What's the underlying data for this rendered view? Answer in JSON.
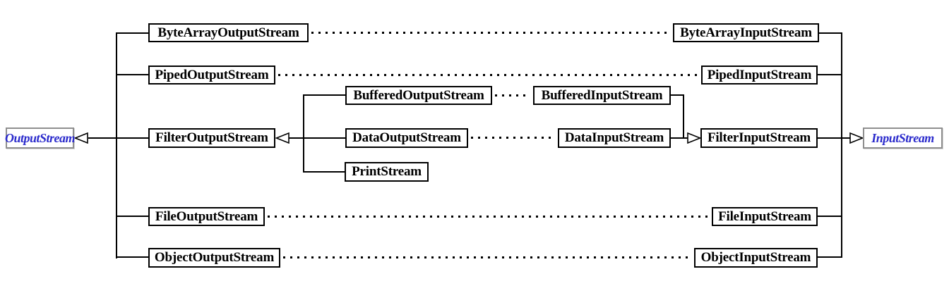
{
  "colors": {
    "root_text": "#2b2bcc",
    "class_text": "#000000",
    "line": "#000000",
    "box_background": "#ffffff",
    "root_border": "#8f8f8f"
  },
  "classes": {
    "outputStream": "OutputStream",
    "byteArrayOutputStream": "ByteArrayOutputStream",
    "pipedOutputStream": "PipedOutputStream",
    "filterOutputStream": "FilterOutputStream",
    "bufferedOutputStream": "BufferedOutputStream",
    "dataOutputStream": "DataOutputStream",
    "printStream": "PrintStream",
    "fileOutputStream": "FileOutputStream",
    "objectOutputStream": "ObjectOutputStream",
    "inputStream": "InputStream",
    "byteArrayInputStream": "ByteArrayInputStream",
    "pipedInputStream": "PipedInputStream",
    "filterInputStream": "FilterInputStream",
    "bufferedInputStream": "BufferedInputStream",
    "dataInputStream": "DataInputStream",
    "fileInputStream": "FileInputStream",
    "objectInputStream": "ObjectInputStream"
  },
  "relations": {
    "inheritance": [
      {
        "child": "ByteArrayOutputStream",
        "parent": "OutputStream"
      },
      {
        "child": "PipedOutputStream",
        "parent": "OutputStream"
      },
      {
        "child": "FilterOutputStream",
        "parent": "OutputStream"
      },
      {
        "child": "FileOutputStream",
        "parent": "OutputStream"
      },
      {
        "child": "ObjectOutputStream",
        "parent": "OutputStream"
      },
      {
        "child": "BufferedOutputStream",
        "parent": "FilterOutputStream"
      },
      {
        "child": "DataOutputStream",
        "parent": "FilterOutputStream"
      },
      {
        "child": "PrintStream",
        "parent": "FilterOutputStream"
      },
      {
        "child": "BufferedInputStream",
        "parent": "FilterInputStream"
      },
      {
        "child": "DataInputStream",
        "parent": "FilterInputStream"
      },
      {
        "child": "FilterInputStream",
        "parent": "InputStream"
      },
      {
        "child": "ByteArrayInputStream",
        "parent": "InputStream"
      },
      {
        "child": "PipedInputStream",
        "parent": "InputStream"
      },
      {
        "child": "FileInputStream",
        "parent": "InputStream"
      },
      {
        "child": "ObjectInputStream",
        "parent": "InputStream"
      }
    ],
    "dotted_pairs": [
      [
        "ByteArrayOutputStream",
        "ByteArrayInputStream"
      ],
      [
        "PipedOutputStream",
        "PipedInputStream"
      ],
      [
        "BufferedOutputStream",
        "BufferedInputStream"
      ],
      [
        "DataOutputStream",
        "DataInputStream"
      ],
      [
        "FileOutputStream",
        "FileInputStream"
      ],
      [
        "ObjectOutputStream",
        "ObjectInputStream"
      ]
    ]
  }
}
